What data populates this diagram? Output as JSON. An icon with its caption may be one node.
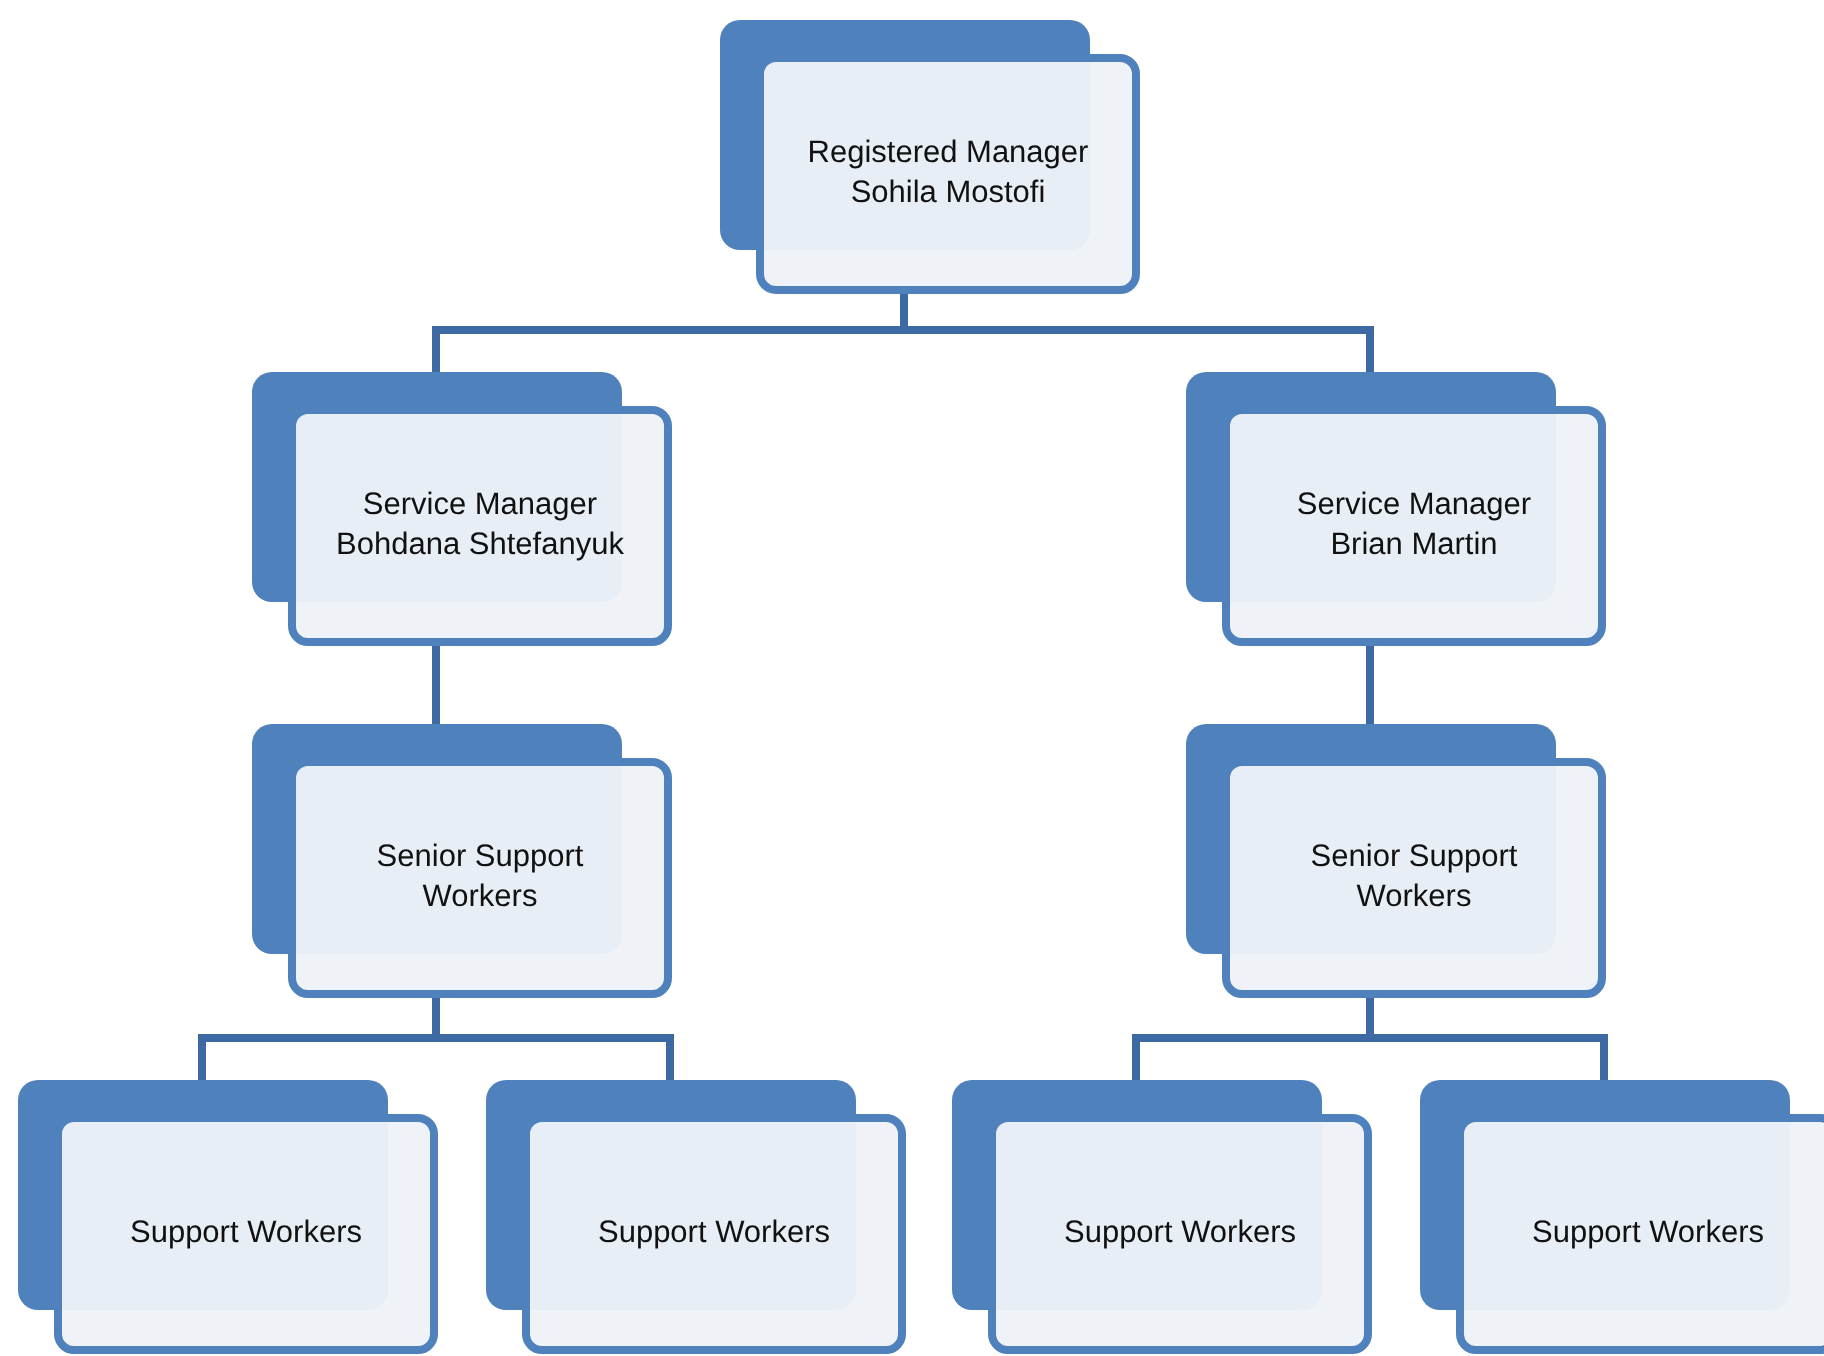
{
  "diagram": {
    "nodes": [
      {
        "text": [
          "Registered Manager",
          "Sohila Mostofi"
        ]
      },
      {
        "text": [
          "Service Manager",
          "Bohdana Shtefanyuk"
        ]
      },
      {
        "text": [
          "Service Manager",
          "Brian Martin"
        ]
      },
      {
        "text": [
          "Senior Support Workers"
        ]
      },
      {
        "text": [
          "Senior Support Workers"
        ]
      },
      {
        "text": [
          "Support Workers"
        ]
      },
      {
        "text": [
          "Support Workers"
        ]
      },
      {
        "text": [
          "Support Workers"
        ]
      },
      {
        "text": [
          "Support Workers"
        ]
      }
    ],
    "edges": [
      {
        "from": 0,
        "to": 1,
        "arrow": "none"
      },
      {
        "from": 0,
        "to": 2,
        "arrow": "none"
      },
      {
        "from": 1,
        "to": 3,
        "arrow": "none"
      },
      {
        "from": 2,
        "to": 4,
        "arrow": "none"
      },
      {
        "from": 3,
        "to": 5,
        "arrow": "none"
      },
      {
        "from": 3,
        "to": 6,
        "arrow": "none"
      },
      {
        "from": 4,
        "to": 7,
        "arrow": "none"
      },
      {
        "from": 4,
        "to": 8,
        "arrow": "none"
      }
    ]
  }
}
